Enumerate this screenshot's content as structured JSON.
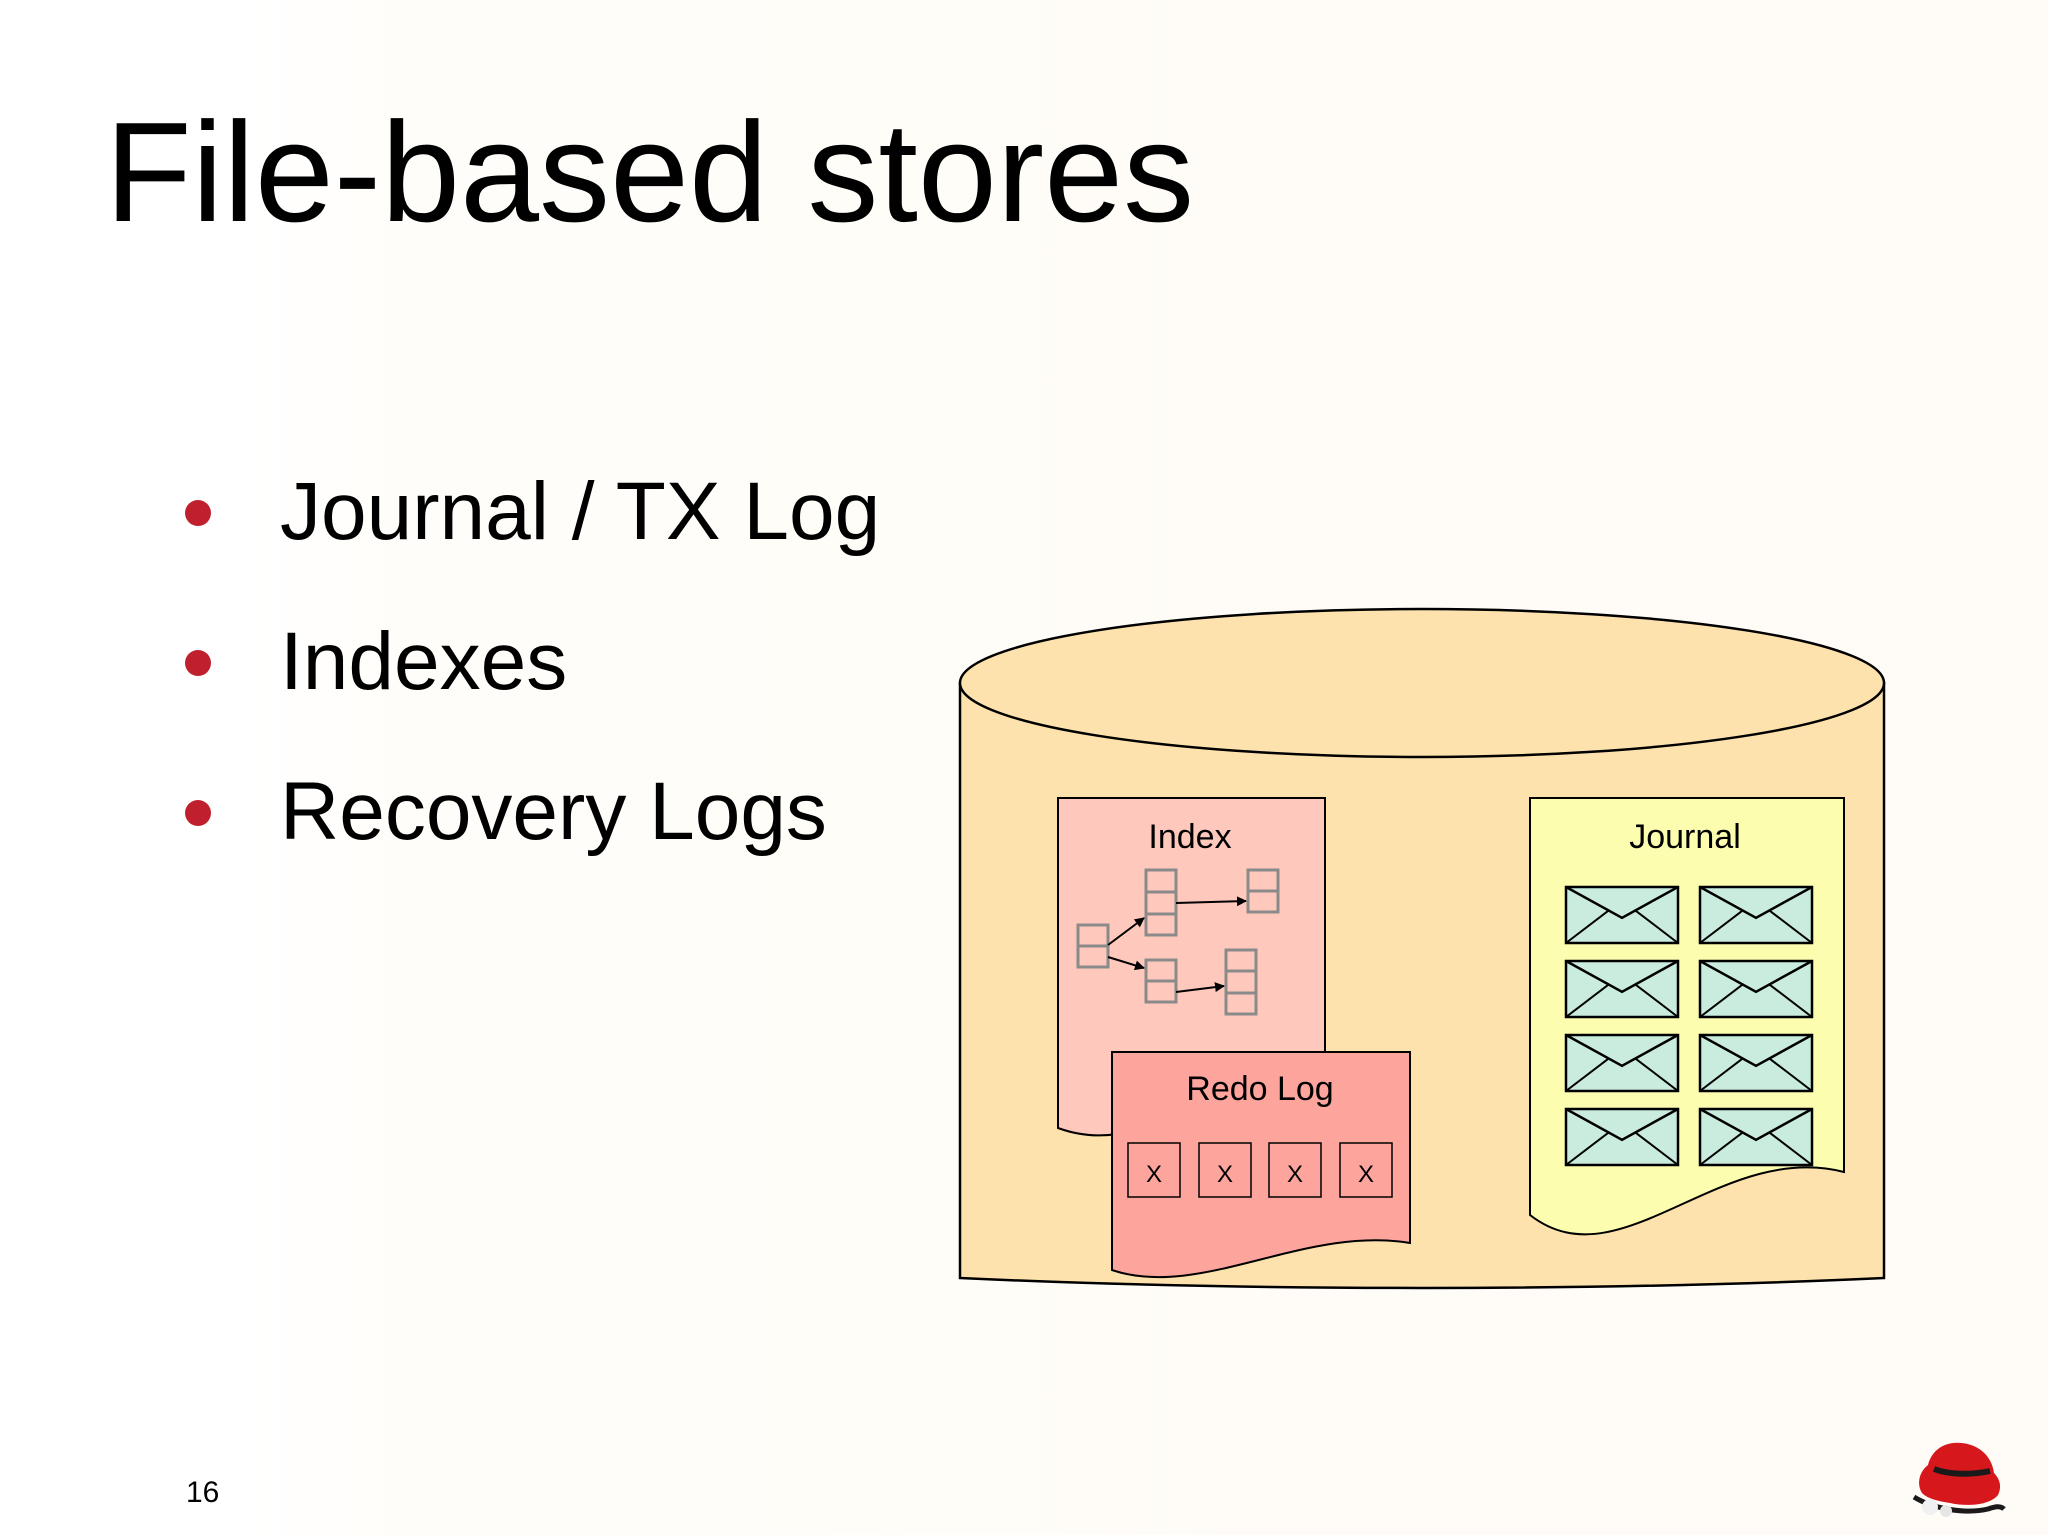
{
  "slide": {
    "title": "File-based stores",
    "bullets": [
      "Journal / TX Log",
      "Indexes",
      "Recovery Logs"
    ],
    "page_number": "16"
  },
  "diagram": {
    "index_label": "Index",
    "redo_label": "Redo Log",
    "redo_cells": [
      "X",
      "X",
      "X",
      "X"
    ],
    "journal_label": "Journal",
    "journal_message_rows": 4,
    "journal_message_cols": 2
  },
  "colors": {
    "bullet": "#c0202e",
    "cylinder": "#fde2ad",
    "index_doc": "#fec9bc",
    "redo_doc": "#fda49c",
    "journal_doc": "#fdfdb0",
    "message": "#c9ecdf",
    "logo": "#d6171c"
  },
  "icons": {
    "storage": "database-cylinder-icon",
    "message": "envelope-icon",
    "logo": "red-hat-logo-icon"
  }
}
